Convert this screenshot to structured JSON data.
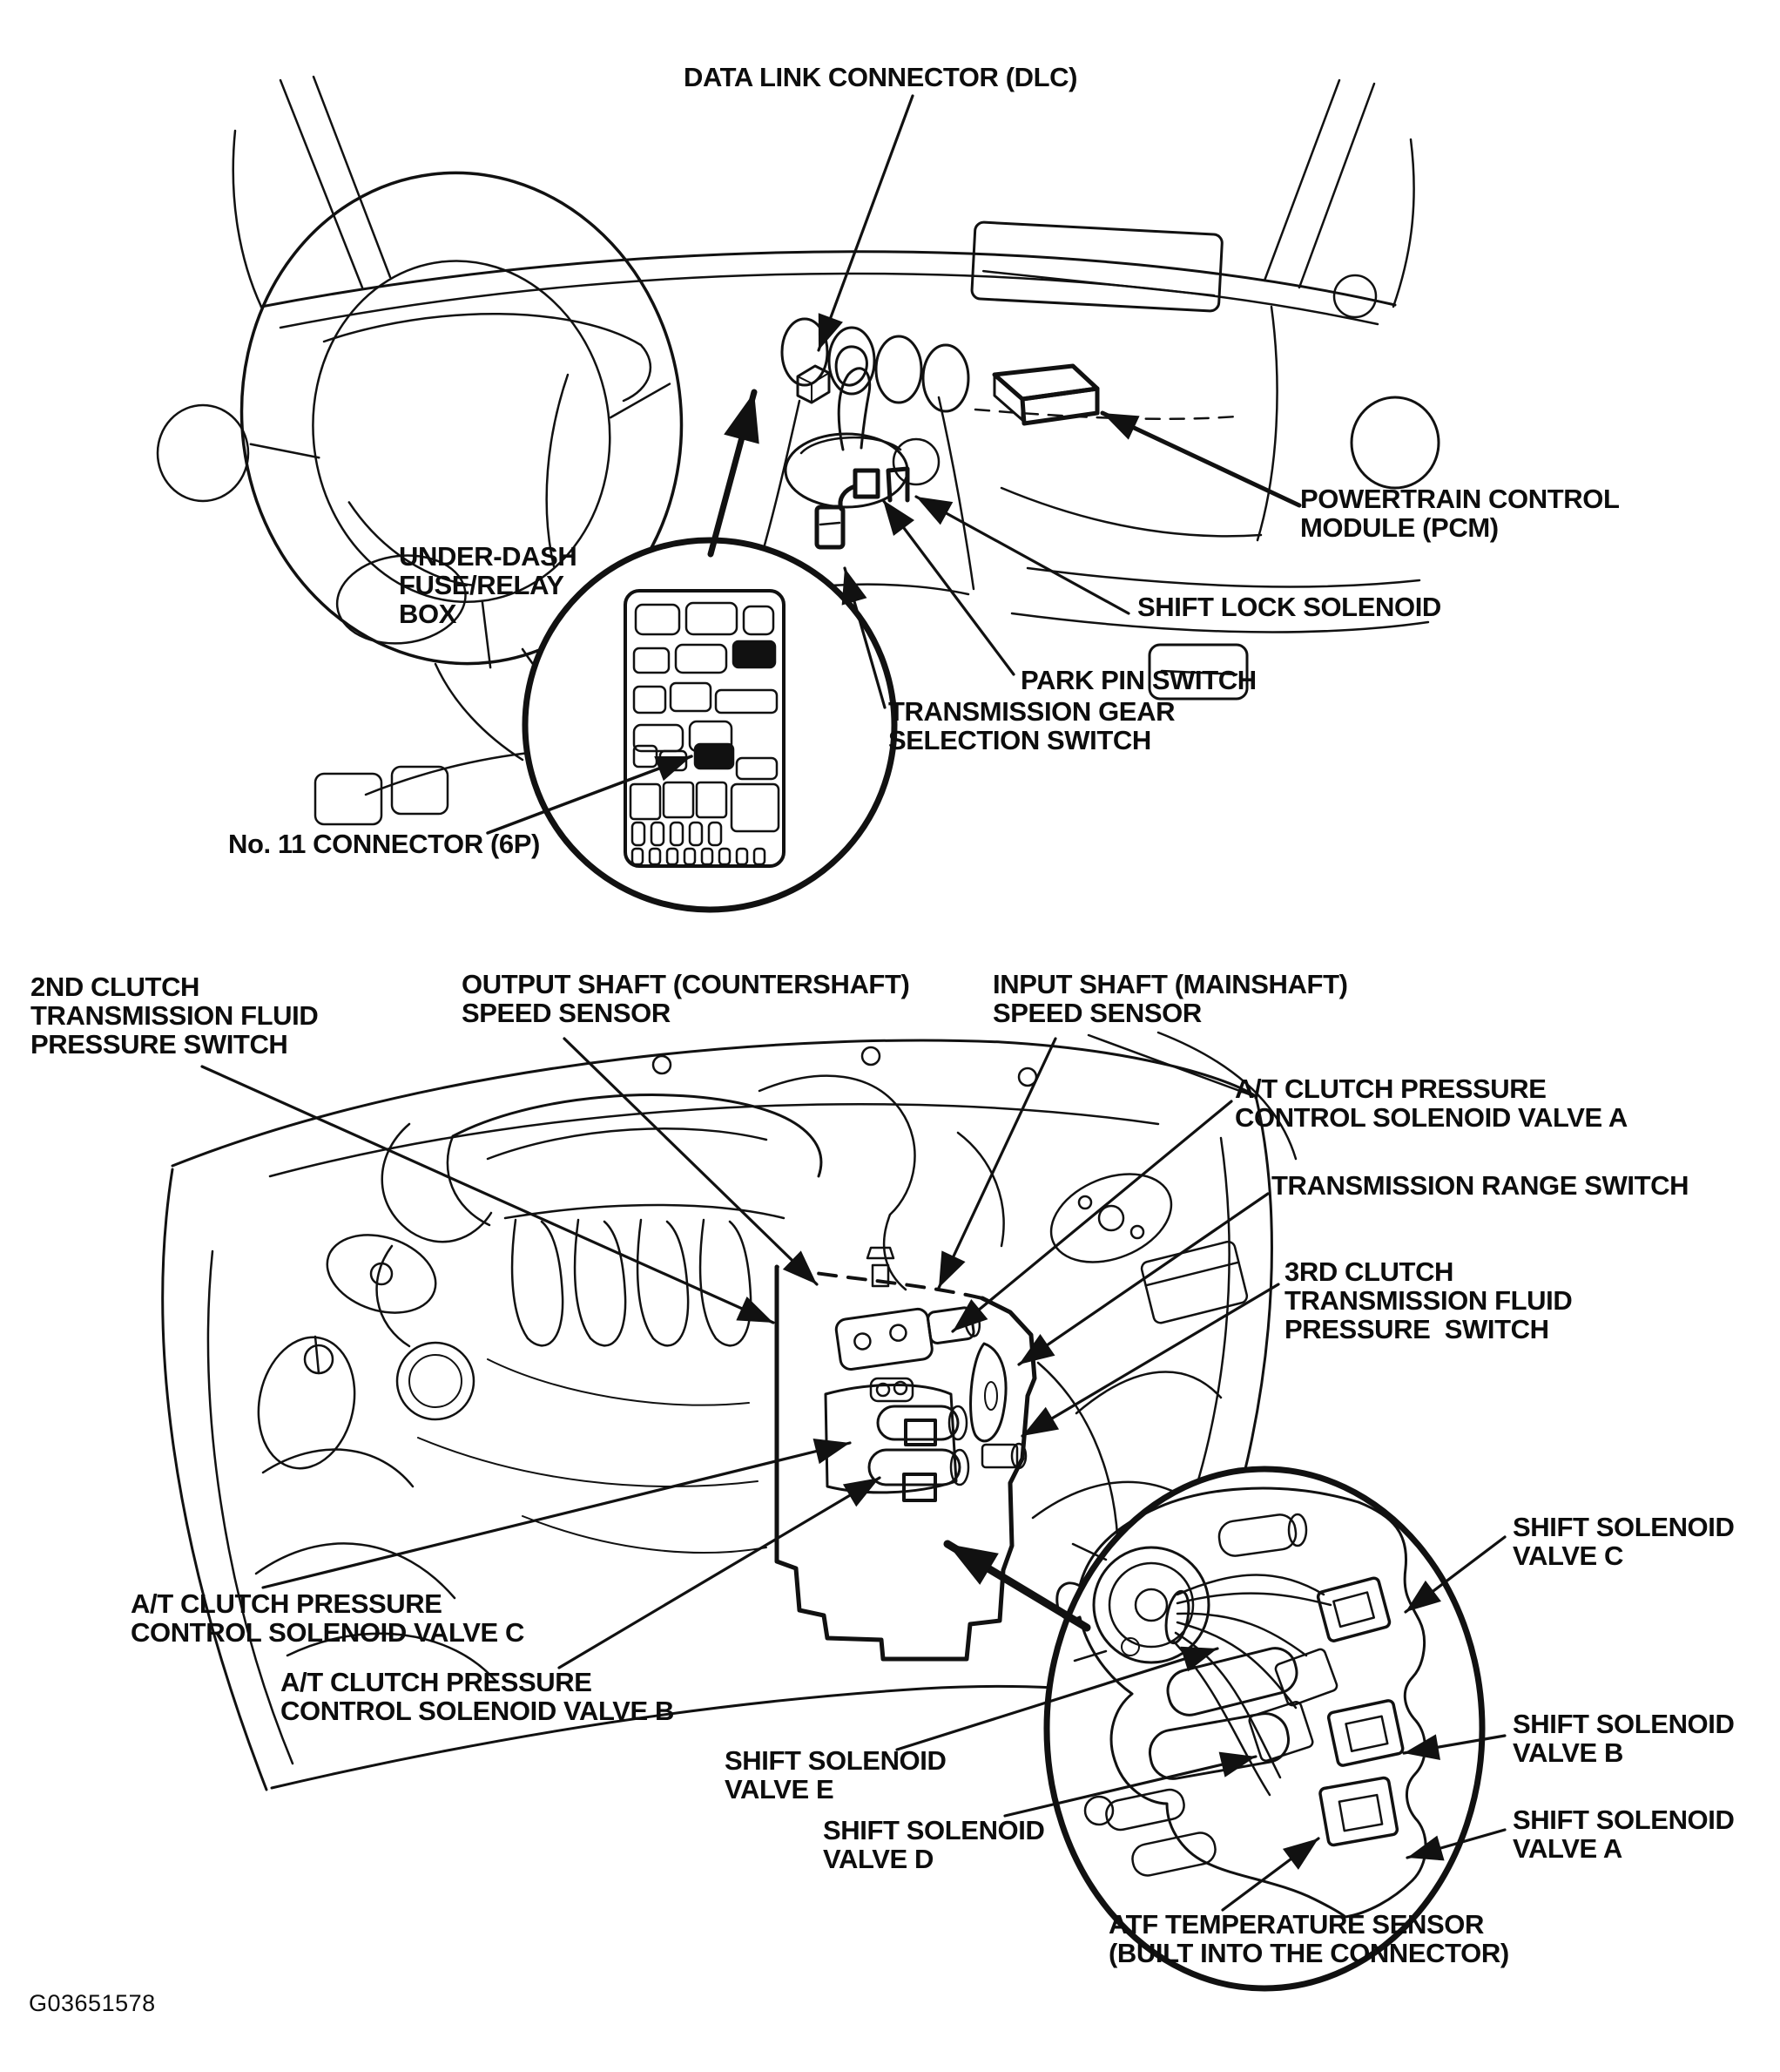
{
  "figure": {
    "id": "G03651578",
    "ink": "#111111",
    "background": "#ffffff"
  },
  "dashboard_view": {
    "labels": {
      "data_link_connector": "DATA LINK CONNECTOR (DLC)",
      "under_dash_fuse_relay_box": "UNDER-DASH\nFUSE/RELAY\nBOX",
      "no11_connector": "No. 11 CONNECTOR (6P)",
      "powertrain_control_module": "POWERTRAIN CONTROL\nMODULE (PCM)",
      "shift_lock_solenoid": "SHIFT LOCK SOLENOID",
      "park_pin_switch": "PARK PIN SWITCH",
      "transmission_gear_selection_switch": "TRANSMISSION GEAR\nSELECTION SWITCH"
    }
  },
  "engine_view": {
    "labels": {
      "second_clutch_pressure_switch": "2ND CLUTCH\nTRANSMISSION FLUID\nPRESSURE SWITCH",
      "output_shaft_speed_sensor": "OUTPUT SHAFT (COUNTERSHAFT)\nSPEED SENSOR",
      "input_shaft_speed_sensor": "INPUT SHAFT (MAINSHAFT)\nSPEED SENSOR",
      "at_clutch_solenoid_valve_a": "A/T CLUTCH PRESSURE\nCONTROL SOLENOID VALVE A",
      "transmission_range_switch": "TRANSMISSION RANGE SWITCH",
      "third_clutch_pressure_switch": "3RD CLUTCH\nTRANSMISSION FLUID\nPRESSURE  SWITCH",
      "at_clutch_solenoid_valve_c": "A/T CLUTCH PRESSURE\nCONTROL SOLENOID VALVE C",
      "at_clutch_solenoid_valve_b": "A/T CLUTCH PRESSURE\nCONTROL SOLENOID VALVE B"
    }
  },
  "valve_body_view": {
    "labels": {
      "shift_solenoid_valve_c": "SHIFT SOLENOID\nVALVE C",
      "shift_solenoid_valve_b": "SHIFT SOLENOID\nVALVE B",
      "shift_solenoid_valve_a": "SHIFT SOLENOID\nVALVE A",
      "shift_solenoid_valve_e": "SHIFT SOLENOID\nVALVE E",
      "shift_solenoid_valve_d": "SHIFT SOLENOID\nVALVE D",
      "atf_temperature_sensor": "ATF TEMPERATURE SENSOR\n(BUILT INTO THE CONNECTOR)"
    }
  }
}
